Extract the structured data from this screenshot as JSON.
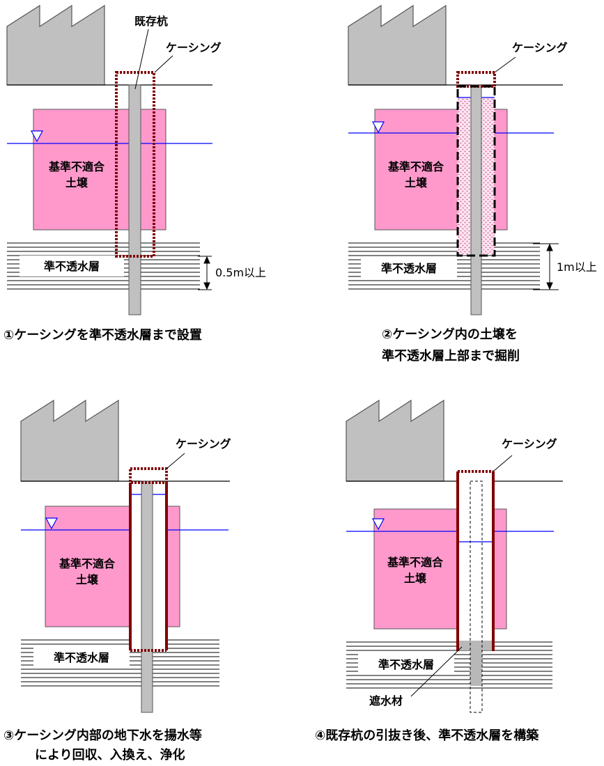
{
  "colors": {
    "building": "#c0c0c0",
    "contaminated_soil": "#ff99cc",
    "casing": "#800000",
    "pile": "#c0c0c0",
    "water_line": "#0000ff",
    "excavated_fill": "#f7d0e6"
  },
  "panel1": {
    "existing_pile_label": "既存杭",
    "casing_label": "ケーシング",
    "soil_label_line1": "基準不適合",
    "soil_label_line2": "土壌",
    "aquitard_label": "準不透水層",
    "depth_label": "0.5m以上",
    "caption": "①ケーシングを準不透水層まで設置"
  },
  "panel2": {
    "casing_label": "ケーシング",
    "soil_label_line1": "基準不適合",
    "soil_label_line2": "土壌",
    "aquitard_label": "準不透水層",
    "depth_label": "1m以上",
    "caption_line1": "②ケーシング内の土壌を",
    "caption_line2": "準不透水層上部まで掘削"
  },
  "panel3": {
    "casing_label": "ケーシング",
    "soil_label_line1": "基準不適合",
    "soil_label_line2": "土壌",
    "aquitard_label": "準不透水層",
    "caption_line1": "③ケーシング内部の地下水を揚水等",
    "caption_line2": "により回収、入換え、浄化"
  },
  "panel4": {
    "casing_label": "ケーシング",
    "soil_label_line1": "基準不適合",
    "soil_label_line2": "土壌",
    "aquitard_label": "準不透水層",
    "sealing_label": "遮水材",
    "caption": "④既存杭の引抜き後、準不透水層を構築"
  }
}
